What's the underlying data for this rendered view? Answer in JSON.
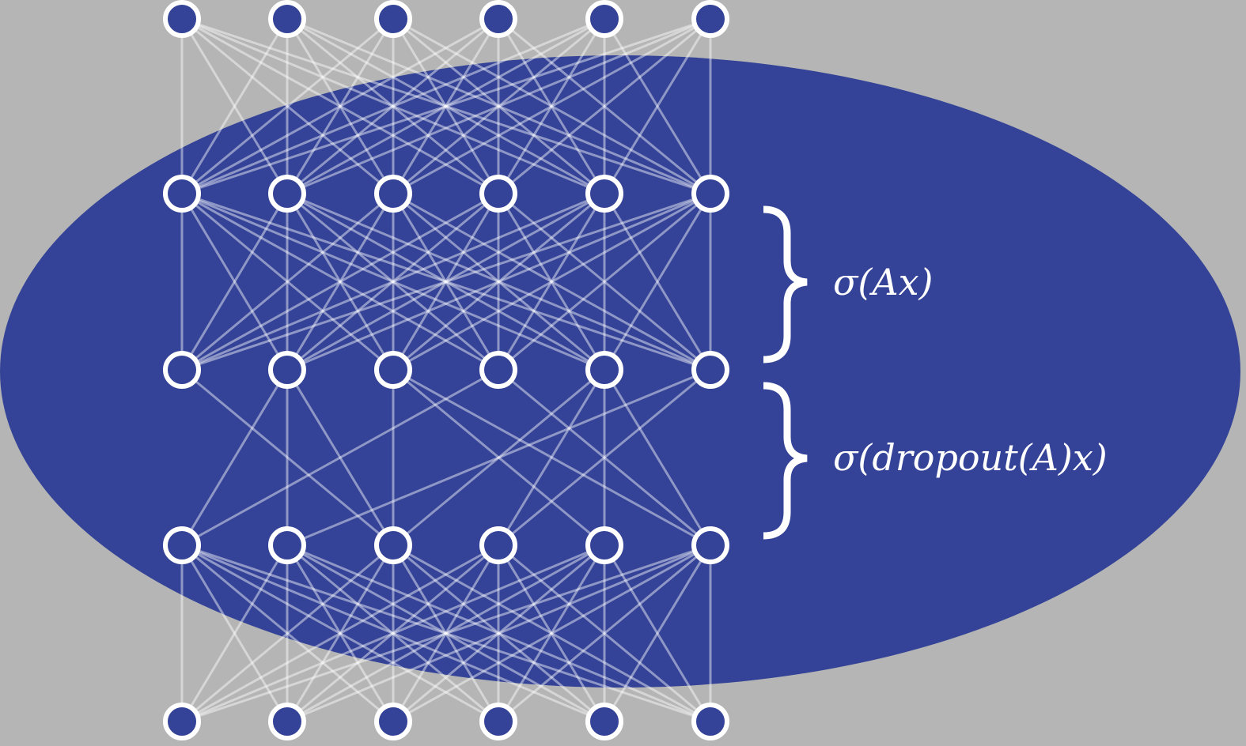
{
  "colors": {
    "background": "#b4b5b4",
    "ellipse": "#344397",
    "node_fill": "#344397",
    "stroke": "#ffffff"
  },
  "network": {
    "layers": 5,
    "nodes_per_layer": 6,
    "dropout_edges": [
      [
        0,
        2
      ],
      [
        1,
        0
      ],
      [
        1,
        1
      ],
      [
        1,
        2
      ],
      [
        2,
        2
      ],
      [
        2,
        4
      ],
      [
        2,
        5
      ],
      [
        3,
        0
      ],
      [
        3,
        5
      ],
      [
        4,
        2
      ],
      [
        4,
        3
      ],
      [
        4,
        4
      ],
      [
        4,
        5
      ],
      [
        5,
        1
      ],
      [
        5,
        3
      ]
    ]
  },
  "annotations": {
    "dense_layer": "σ(Ax)",
    "dropout_layer": "σ(dropout(A)x)"
  }
}
